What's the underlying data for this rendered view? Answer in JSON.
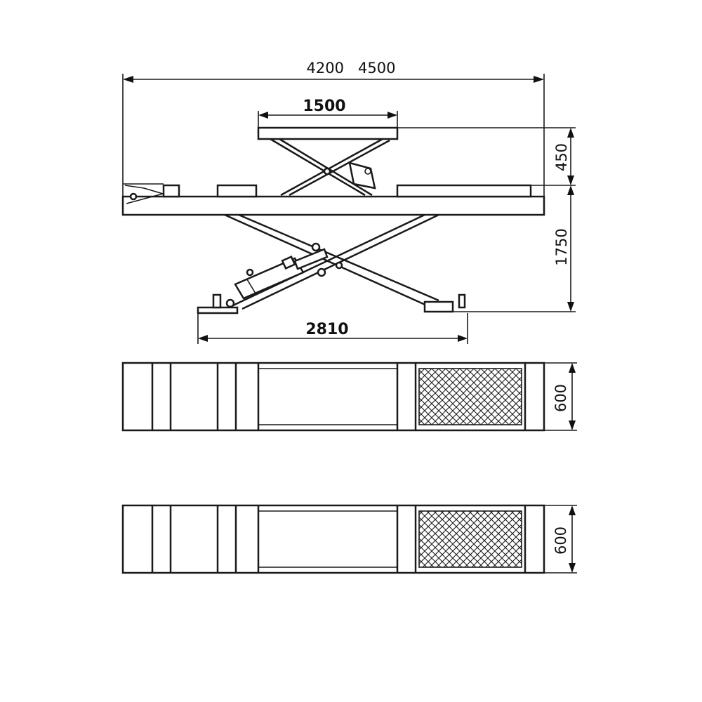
{
  "drawing": {
    "type": "technical-drawing",
    "subject": "scissor lift",
    "views": [
      "side elevation",
      "top view of platform",
      "top view of platform"
    ]
  },
  "dimensions": {
    "overall_length": "4200   4500",
    "top_platform_length": "1500",
    "base_length": "2810",
    "top_platform_height": "450",
    "lift_height": "1750",
    "platform_width_1": "600",
    "platform_width_2": "600"
  },
  "colors": {
    "line": "#1a1a1a",
    "background": "#ffffff"
  }
}
